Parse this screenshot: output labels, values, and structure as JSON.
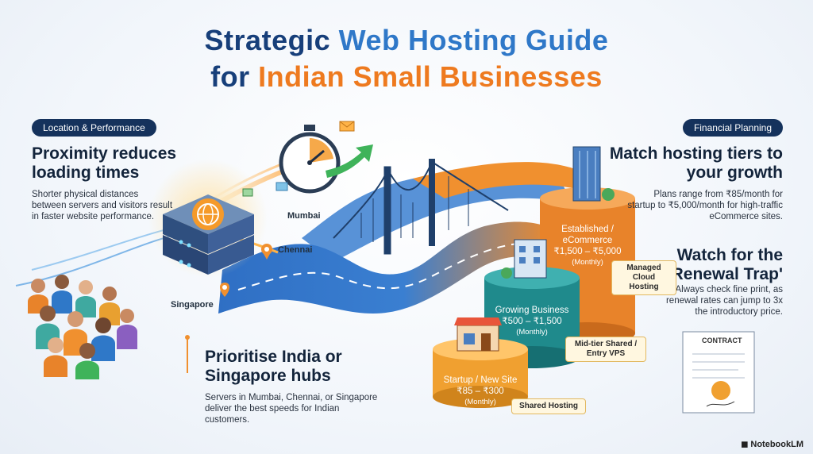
{
  "title": {
    "line1_pre": "Strategic ",
    "line1_accent": "Web Hosting Guide",
    "line2_pre": "for ",
    "line2_accent": "Indian Small Businesses"
  },
  "left": {
    "pill": "Location & Performance",
    "heading": "Proximity reduces loading times",
    "body": "Shorter physical distances between servers and visitors result in faster website performance."
  },
  "locations": {
    "mumbai": "Mumbai",
    "chennai": "Chennai",
    "singapore": "Singapore"
  },
  "bottom_left": {
    "heading": "Prioritise India or Singapore hubs",
    "body": "Servers in Mumbai, Chennai, or Singapore deliver the best speeds for Indian customers."
  },
  "right": {
    "pill": "Financial Planning",
    "heading": "Match hosting tiers to your growth",
    "body": "Plans range from ₹85/month for startup to ₹5,000/month for high-traffic eCommerce sites.",
    "heading2": "Watch for the 'Renewal Trap'",
    "body2": "Always check fine print, as renewal rates can jump to 3x the introductory price."
  },
  "tiers": [
    {
      "name": "Established / eCommerce",
      "price": "₹1,500 – ₹5,000",
      "period": "(Monthly)",
      "plan": "Managed Cloud Hosting",
      "color": "#e8832a"
    },
    {
      "name": "Growing Business",
      "price": "₹500 – ₹1,500",
      "period": "(Monthly)",
      "plan": "Mid-tier Shared / Entry VPS",
      "color": "#1f8a8c"
    },
    {
      "name": "Startup / New Site",
      "price": "₹85 – ₹300",
      "period": "(Monthly)",
      "plan": "Shared Hosting",
      "color": "#f0a030"
    }
  ],
  "contract": "CONTRACT",
  "brand": "NotebookLM"
}
